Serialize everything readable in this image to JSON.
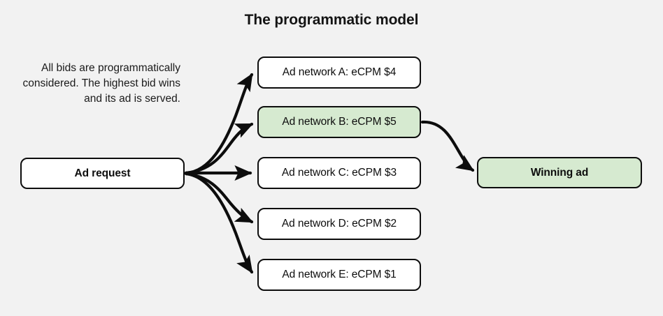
{
  "diagram": {
    "title": "The programmatic model",
    "description": "All bids are programmatically considered. The highest bid wins and its ad is served.",
    "background_color": "#f2f2f2",
    "accent_color": "#d6ead0",
    "stroke_color": "#0d0d0d",
    "source_node": {
      "label": "Ad request",
      "fill": "#ffffff",
      "bold": true
    },
    "network_nodes": [
      {
        "label": "Ad network A: eCPM $4",
        "network": "A",
        "ecpm": 4,
        "fill": "#ffffff",
        "winner": false
      },
      {
        "label": "Ad network B: eCPM $5",
        "network": "B",
        "ecpm": 5,
        "fill": "#d6ead0",
        "winner": true
      },
      {
        "label": "Ad network C: eCPM $3",
        "network": "C",
        "ecpm": 3,
        "fill": "#ffffff",
        "winner": false
      },
      {
        "label": "Ad network D: eCPM $2",
        "network": "D",
        "ecpm": 2,
        "fill": "#ffffff",
        "winner": false
      },
      {
        "label": "Ad network E: eCPM $1",
        "network": "E",
        "ecpm": 1,
        "fill": "#ffffff",
        "winner": false
      }
    ],
    "result_node": {
      "label": "Winning ad",
      "fill": "#d6ead0",
      "bold": true
    }
  }
}
